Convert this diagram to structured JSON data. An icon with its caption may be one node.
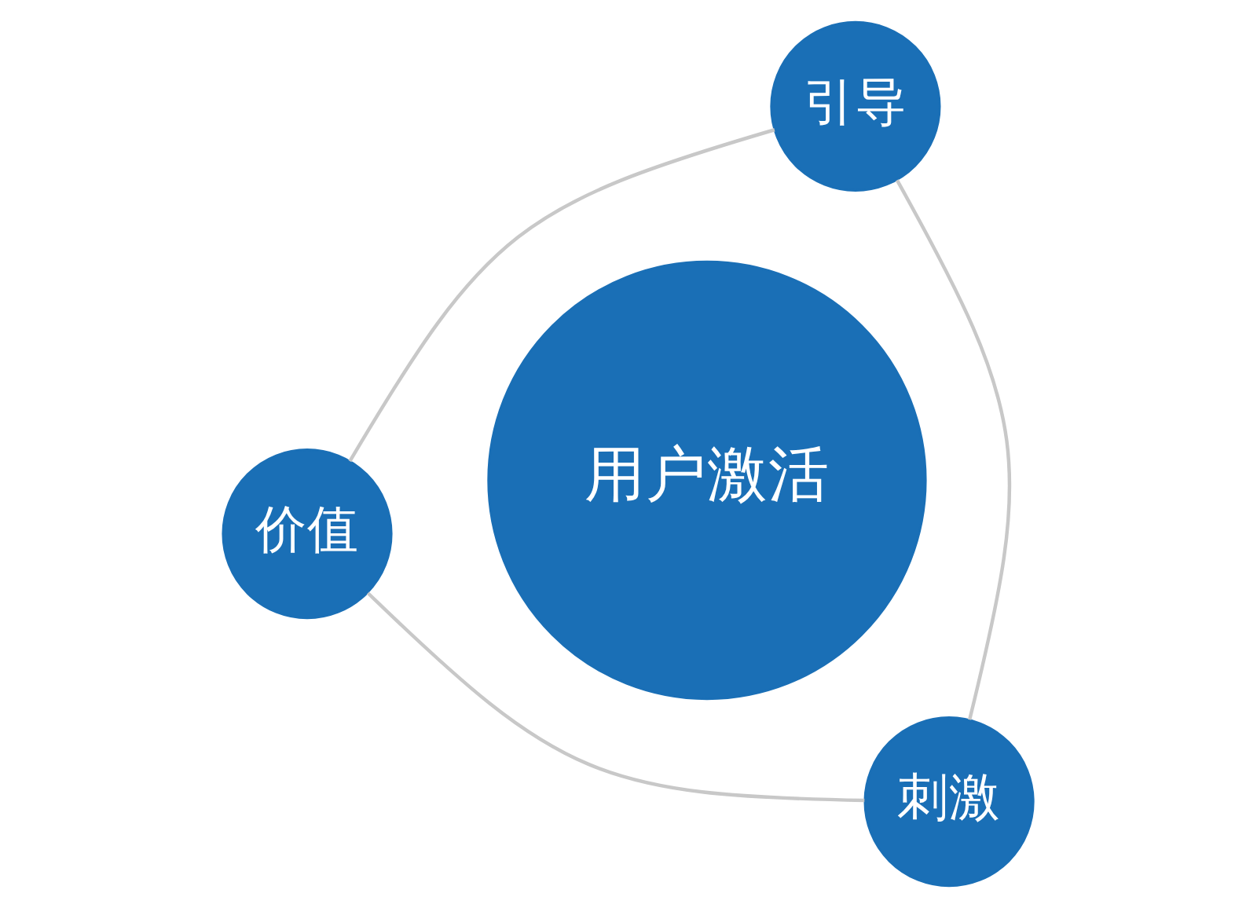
{
  "diagram": {
    "nodes": [
      {
        "text": [
          "价值"
        ]
      },
      {
        "text": [
          "用户激活"
        ]
      },
      {
        "text": [
          "刺激"
        ]
      },
      {
        "text": [
          "引导"
        ]
      }
    ],
    "edges": [
      {
        "from": 0,
        "to": 3,
        "arrow": "none"
      },
      {
        "from": 3,
        "to": 2,
        "arrow": "none"
      },
      {
        "from": 2,
        "to": 0,
        "arrow": "none"
      }
    ]
  }
}
